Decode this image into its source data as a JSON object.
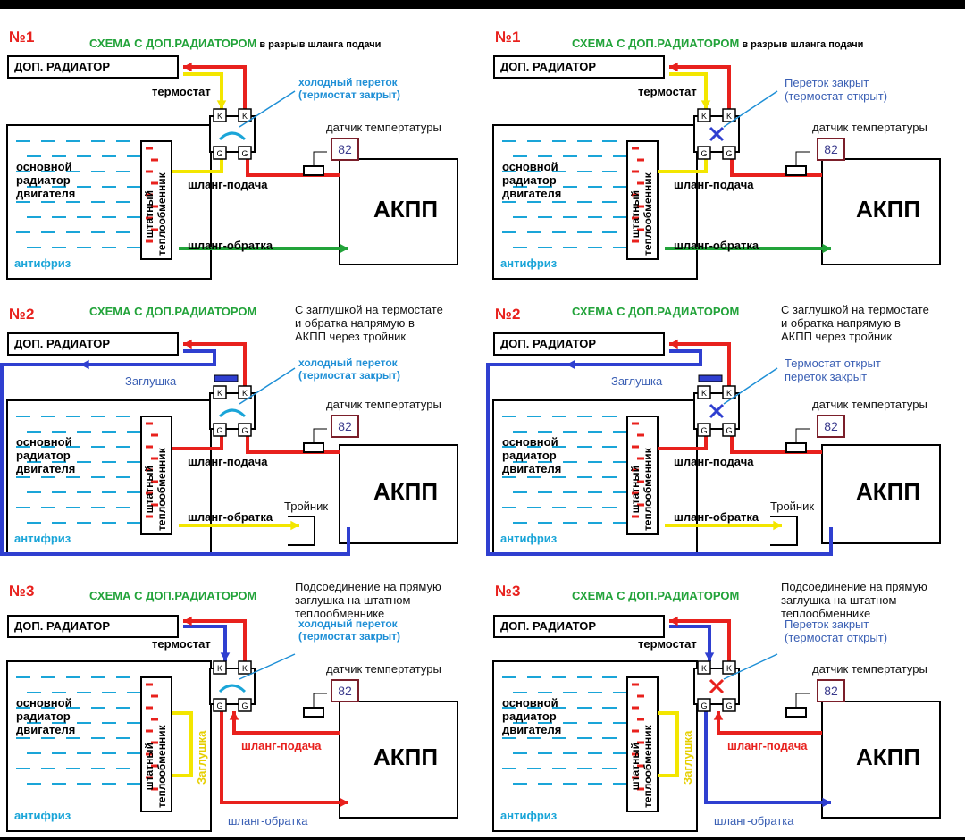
{
  "labels": {
    "title_green": "СХЕМА С ДОП.РАДИАТОРОМ",
    "title_suffix": "в разрыв шланга подачи",
    "extra_radiator": "ДОП. РАДИАТОР",
    "thermostat": "термостат",
    "main_radiator": "основной\nрадиатор\nдвигателя",
    "heat_exchanger": "штатный\nтеплообменник",
    "antifreeze": "антифриз",
    "supply_hose": "шланг-подача",
    "return_hose": "шланг-обратка",
    "temp_sensor": "датчик темпертатуры",
    "sensor_value": "82",
    "gearbox": "АКПП",
    "plug": "Заглушка",
    "tee": "Тройник",
    "plug_vertical": "Заглушка",
    "valve_k": "K",
    "valve_g": "G"
  },
  "panels": [
    {
      "number": "№1",
      "note": "",
      "flow": "холодный переток\n(термостат закрыт)",
      "mode": "closed"
    },
    {
      "number": "№1",
      "note": "",
      "flow": "Переток закрыт\n(термостат открыт)",
      "mode": "open"
    },
    {
      "number": "№2",
      "note": "С заглушкой на термостате\nи обратка напрямую в\nАКПП через тройник",
      "flow": "холодный переток\n(термостат закрыт)",
      "mode": "closed"
    },
    {
      "number": "№2",
      "note": "С заглушкой на термостате\nи обратка напрямую в\nАКПП через тройник",
      "flow": "Термостат открыт\nпереток закрыт",
      "mode": "open"
    },
    {
      "number": "№3",
      "note": "Подсоединение на прямую\nзаглушка на штатном\nтеплообменнике",
      "flow": "холодный переток\n(термостат закрыт)",
      "mode": "closed"
    },
    {
      "number": "№3",
      "note": "Подсоединение на прямую\nзаглушка на штатном\nтеплообменнике",
      "flow": "Переток закрыт\n(термостат открыт)",
      "mode": "open"
    }
  ],
  "colors": {
    "hot": "#e8211d",
    "cold": "#2f3fd0",
    "yellow": "#f3e600",
    "green": "#22a33a",
    "antifreeze": "#1aa5d8",
    "sensor": "#7b1f2a"
  }
}
